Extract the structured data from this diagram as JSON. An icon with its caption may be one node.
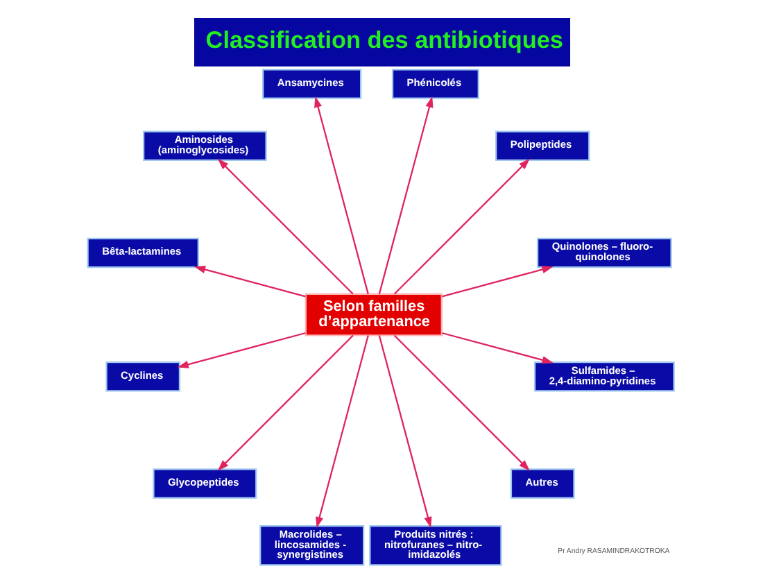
{
  "diagram": {
    "title": "Classification des antibiotiques",
    "nodes": [
      {
        "text": [
          "Aminosides (aminoglycosides)"
        ]
      },
      {
        "text": [
          "Phénicolés"
        ]
      },
      {
        "text": [
          "Ansamycines"
        ]
      },
      {
        "text": [
          "Bêta-lactamines"
        ]
      },
      {
        "text": [
          "Polipeptides"
        ]
      },
      {
        "text": [
          "Selon familles d’appartenance"
        ]
      },
      {
        "text": [
          "Cyclines"
        ]
      },
      {
        "text": [
          "Quinolones – fluoro-quinolones"
        ]
      },
      {
        "text": [
          "Glycopeptides"
        ]
      },
      {
        "text": [
          "Sulfamides – 2,4-diamino-pyridines"
        ]
      },
      {
        "text": [
          "Macrolides – lincosamides - synergistines"
        ]
      },
      {
        "text": [
          "Produits nitrés : nitrofuranes – nitro-imidazolés"
        ]
      },
      {
        "text": [
          "Autres"
        ]
      }
    ],
    "edges": [
      {
        "from": 5,
        "to": 7,
        "arrow": "to"
      },
      {
        "from": 5,
        "to": 4,
        "arrow": "to"
      },
      {
        "from": 5,
        "to": 1,
        "arrow": "to"
      },
      {
        "from": 5,
        "to": 2,
        "arrow": "to"
      },
      {
        "from": 5,
        "to": 0,
        "arrow": "to"
      },
      {
        "from": 5,
        "to": 3,
        "arrow": "to"
      },
      {
        "from": 5,
        "to": 6,
        "arrow": "to"
      },
      {
        "from": 5,
        "to": 8,
        "arrow": "to"
      },
      {
        "from": 5,
        "to": 10,
        "arrow": "to"
      },
      {
        "from": 5,
        "to": 11,
        "arrow": "to"
      },
      {
        "from": 5,
        "to": 12,
        "arrow": "to"
      },
      {
        "from": 5,
        "to": 9,
        "arrow": "to"
      }
    ],
    "labels": [
      "Pr Andry RASAMINDRAKOTROKA"
    ]
  }
}
